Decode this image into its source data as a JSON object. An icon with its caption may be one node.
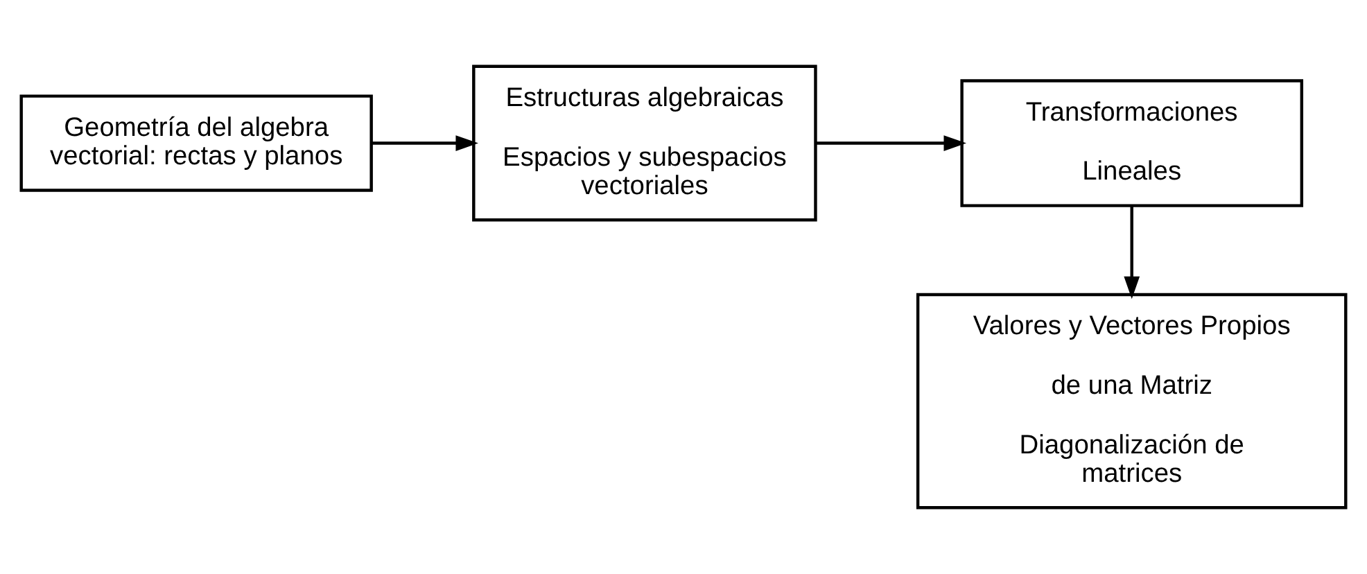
{
  "diagram": {
    "nodes": [
      {
        "text": [
          "Geometría del algebra vectorial: rectas y planos"
        ]
      },
      {
        "text": [
          "Estructuras algebraicas",
          "Espacios y subespacios vectoriales"
        ]
      },
      {
        "text": [
          "Transformaciones",
          "Lineales"
        ]
      },
      {
        "text": [
          "Valores y Vectores Propios",
          "de una Matriz",
          "Diagonalización de matrices"
        ]
      }
    ],
    "edges": [
      {
        "from": 0,
        "to": 1,
        "arrow": "to"
      },
      {
        "from": 1,
        "to": 2,
        "arrow": "to"
      },
      {
        "from": 2,
        "to": 3,
        "arrow": "to"
      }
    ]
  }
}
